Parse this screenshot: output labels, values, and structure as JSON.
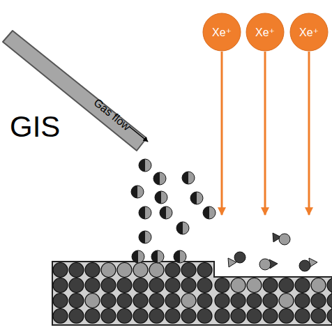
{
  "diagram": {
    "nodes": [
      {
        "text": [
          "Xe⁺"
        ]
      },
      {
        "text": [
          "Xe⁺"
        ]
      },
      {
        "text": [
          "Xe⁺"
        ]
      }
    ],
    "labels": [
      "GIS",
      "Gas flow"
    ]
  }
}
